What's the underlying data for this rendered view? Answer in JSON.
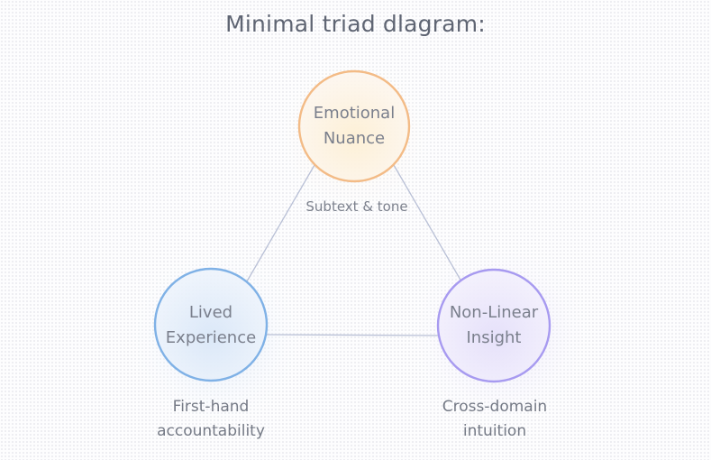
{
  "title": "Minimal triad dlagram:",
  "nodes": [
    {
      "id": "emotional-nuance",
      "line1": "Emotional",
      "line2": "Nuance",
      "stroke": "#f3bb86",
      "fill": "#fdf3e3"
    },
    {
      "id": "lived-experience",
      "line1": "Lived",
      "line2": "Experience",
      "stroke": "#7fb1e6",
      "fill": "#e6f0fb"
    },
    {
      "id": "non-linear-insight",
      "line1": "Non-Linear",
      "line2": "Insight",
      "stroke": "#a79af0",
      "fill": "#efebfc"
    }
  ],
  "edge_caption": "Subtext & tone",
  "captions": {
    "lived": {
      "line1": "First-hand",
      "line2": "accountability"
    },
    "nonlinear": {
      "line1": "Cross-domain",
      "line2": "intuition"
    }
  },
  "edge_color": "#b9c0d6"
}
